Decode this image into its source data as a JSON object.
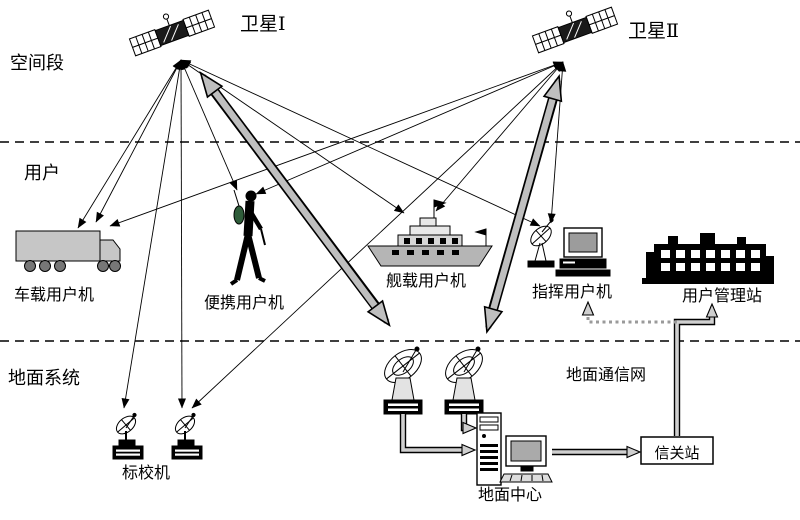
{
  "sections": {
    "space": "空间段",
    "user": "用户",
    "ground": "地面系统"
  },
  "nodes": {
    "satellite_1": "卫星Ⅰ",
    "satellite_2": "卫星Ⅱ",
    "vehicle_terminal": "车载用户机",
    "portable_terminal": "便携用户机",
    "ship_terminal": "舰载用户机",
    "command_terminal": "指挥用户机",
    "user_management_station": "用户管理站",
    "calibration_station": "标校机",
    "ground_center": "地面中心",
    "ground_comm_network": "地面通信网",
    "gateway_station": "信关站"
  },
  "colors": {
    "background": "#ffffff",
    "line": "#000000",
    "thick_link": "#bfbfbf",
    "connector_link": "#cfcfcf",
    "equipment_gray": "#c6c6c6"
  }
}
